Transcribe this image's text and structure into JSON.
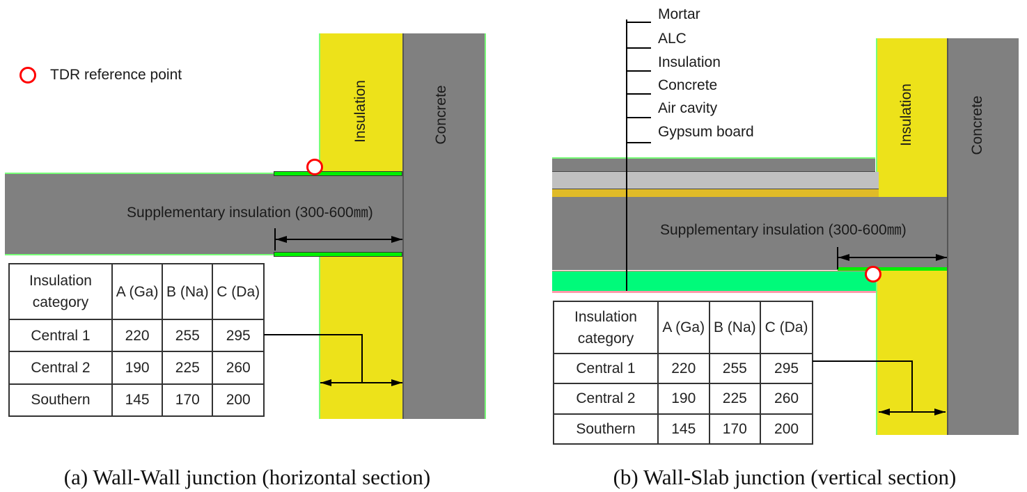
{
  "legend": {
    "label": "TDR reference point"
  },
  "panel_a": {
    "insulation_label": "Insulation",
    "concrete_label": "Concrete",
    "supp_label": "Supplementary insulation (300-600㎜)",
    "caption": "(a) Wall-Wall junction (horizontal section)",
    "table": {
      "headers": [
        "Insulation category",
        "A (Ga)",
        "B (Na)",
        "C (Da)"
      ],
      "rows": [
        [
          "Central 1",
          "220",
          "255",
          "295"
        ],
        [
          "Central 2",
          "190",
          "225",
          "260"
        ],
        [
          "Southern",
          "145",
          "170",
          "200"
        ]
      ]
    }
  },
  "panel_b": {
    "layers": [
      "Mortar",
      "ALC",
      "Insulation",
      "Concrete",
      "Air cavity",
      "Gypsum board"
    ],
    "insulation_label": "Insulation",
    "concrete_label": "Concrete",
    "supp_label": "Supplementary insulation (300-600㎜)",
    "caption": "(b) Wall-Slab junction (vertical section)",
    "table": {
      "headers": [
        "Insulation category",
        "A (Ga)",
        "B (Na)",
        "C (Da)"
      ],
      "rows": [
        [
          "Central 1",
          "220",
          "255",
          "295"
        ],
        [
          "Central 2",
          "190",
          "225",
          "260"
        ],
        [
          "Southern",
          "145",
          "170",
          "200"
        ]
      ]
    }
  }
}
